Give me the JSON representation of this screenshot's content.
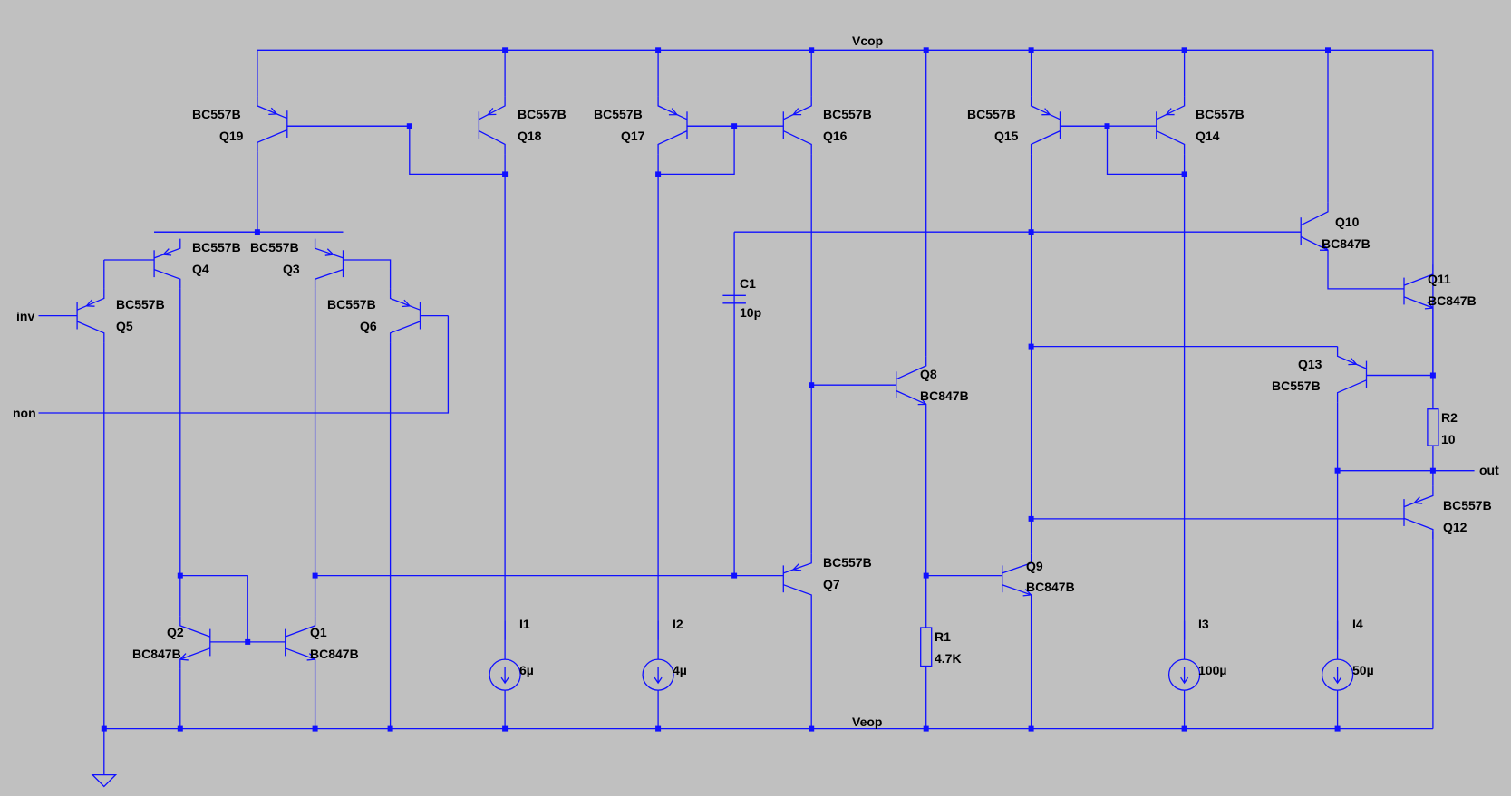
{
  "nets": {
    "supply_pos": "Vcop",
    "supply_neg": "Veop",
    "input_inv": "inv",
    "input_non": "non",
    "output": "out"
  },
  "transistors": {
    "q1": {
      "name": "Q1",
      "part": "BC847B"
    },
    "q2": {
      "name": "Q2",
      "part": "BC847B"
    },
    "q3": {
      "name": "Q3",
      "part": "BC557B"
    },
    "q4": {
      "name": "Q4",
      "part": "BC557B"
    },
    "q5": {
      "name": "Q5",
      "part": "BC557B"
    },
    "q6": {
      "name": "Q6",
      "part": "BC557B"
    },
    "q7": {
      "name": "Q7",
      "part": "BC557B"
    },
    "q8": {
      "name": "Q8",
      "part": "BC847B"
    },
    "q9": {
      "name": "Q9",
      "part": "BC847B"
    },
    "q10": {
      "name": "Q10",
      "part": "BC847B"
    },
    "q11": {
      "name": "Q11",
      "part": "BC847B"
    },
    "q12": {
      "name": "Q12",
      "part": "BC557B"
    },
    "q13": {
      "name": "Q13",
      "part": "BC557B"
    },
    "q14": {
      "name": "Q14",
      "part": "BC557B"
    },
    "q15": {
      "name": "Q15",
      "part": "BC557B"
    },
    "q16": {
      "name": "Q16",
      "part": "BC557B"
    },
    "q17": {
      "name": "Q17",
      "part": "BC557B"
    },
    "q18": {
      "name": "Q18",
      "part": "BC557B"
    },
    "q19": {
      "name": "Q19",
      "part": "BC557B"
    }
  },
  "passives": {
    "c1": {
      "name": "C1",
      "value": "10p"
    },
    "r1": {
      "name": "R1",
      "value": "4.7K"
    },
    "r2": {
      "name": "R2",
      "value": "10"
    }
  },
  "sources": {
    "i1": {
      "name": "I1",
      "value": "6µ"
    },
    "i2": {
      "name": "I2",
      "value": "4µ"
    },
    "i3": {
      "name": "I3",
      "value": "100µ"
    },
    "i4": {
      "name": "I4",
      "value": "50µ"
    }
  },
  "colors": {
    "background": "#c0c0c0",
    "wire": "#1010ff",
    "text": "#000000"
  }
}
